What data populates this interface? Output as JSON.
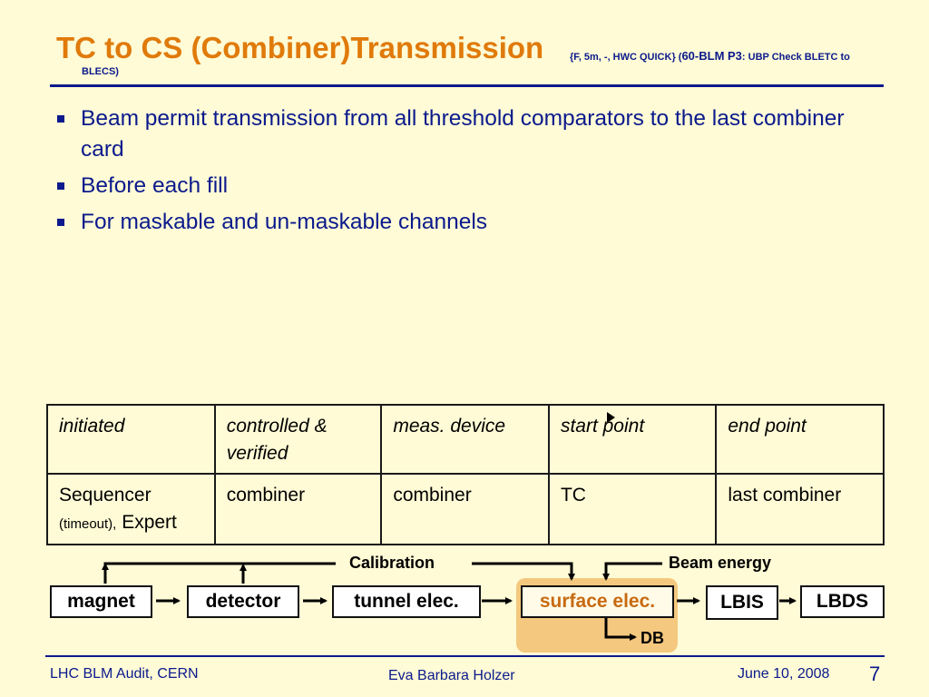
{
  "title": {
    "main": "TC to CS (Combiner)Transmission",
    "small_a": "{F, 5m, -, HWC QUICK} (",
    "small_b": "60-BLM P3",
    "small_c": ": UBP Check BLETC to",
    "small_line2": "BLECS)"
  },
  "bullets": [
    "Beam permit transmission from all threshold comparators to the last combiner card",
    "Before each fill",
    "For maskable and un-maskable channels"
  ],
  "table": {
    "headers": [
      "initiated",
      "controlled & verified",
      "meas. device",
      "start point",
      "end point"
    ],
    "row": {
      "initiated_main": "Sequencer",
      "initiated_small": "(timeout),",
      "initiated_tail": " Expert",
      "controlled": "combiner",
      "device": "combiner",
      "start": "TC",
      "end": "last combiner"
    }
  },
  "diagram": {
    "boxes": {
      "magnet": "magnet",
      "detector": "detector",
      "tunnel": "tunnel elec.",
      "surface": "surface elec.",
      "lbis": "LBIS",
      "lbds": "LBDS"
    },
    "labels": {
      "calibration": "Calibration",
      "beam_energy": "Beam energy",
      "db": "DB"
    },
    "highlight_color": "#f4c87e",
    "surface_text_color": "#c86a10"
  },
  "footer": {
    "left": "LHC BLM Audit, CERN",
    "center": "Eva Barbara Holzer",
    "date": "June 10, 2008",
    "page": "7"
  },
  "colors": {
    "background": "#fffbd6",
    "title": "#e07a0a",
    "text": "#0b1a8c"
  }
}
